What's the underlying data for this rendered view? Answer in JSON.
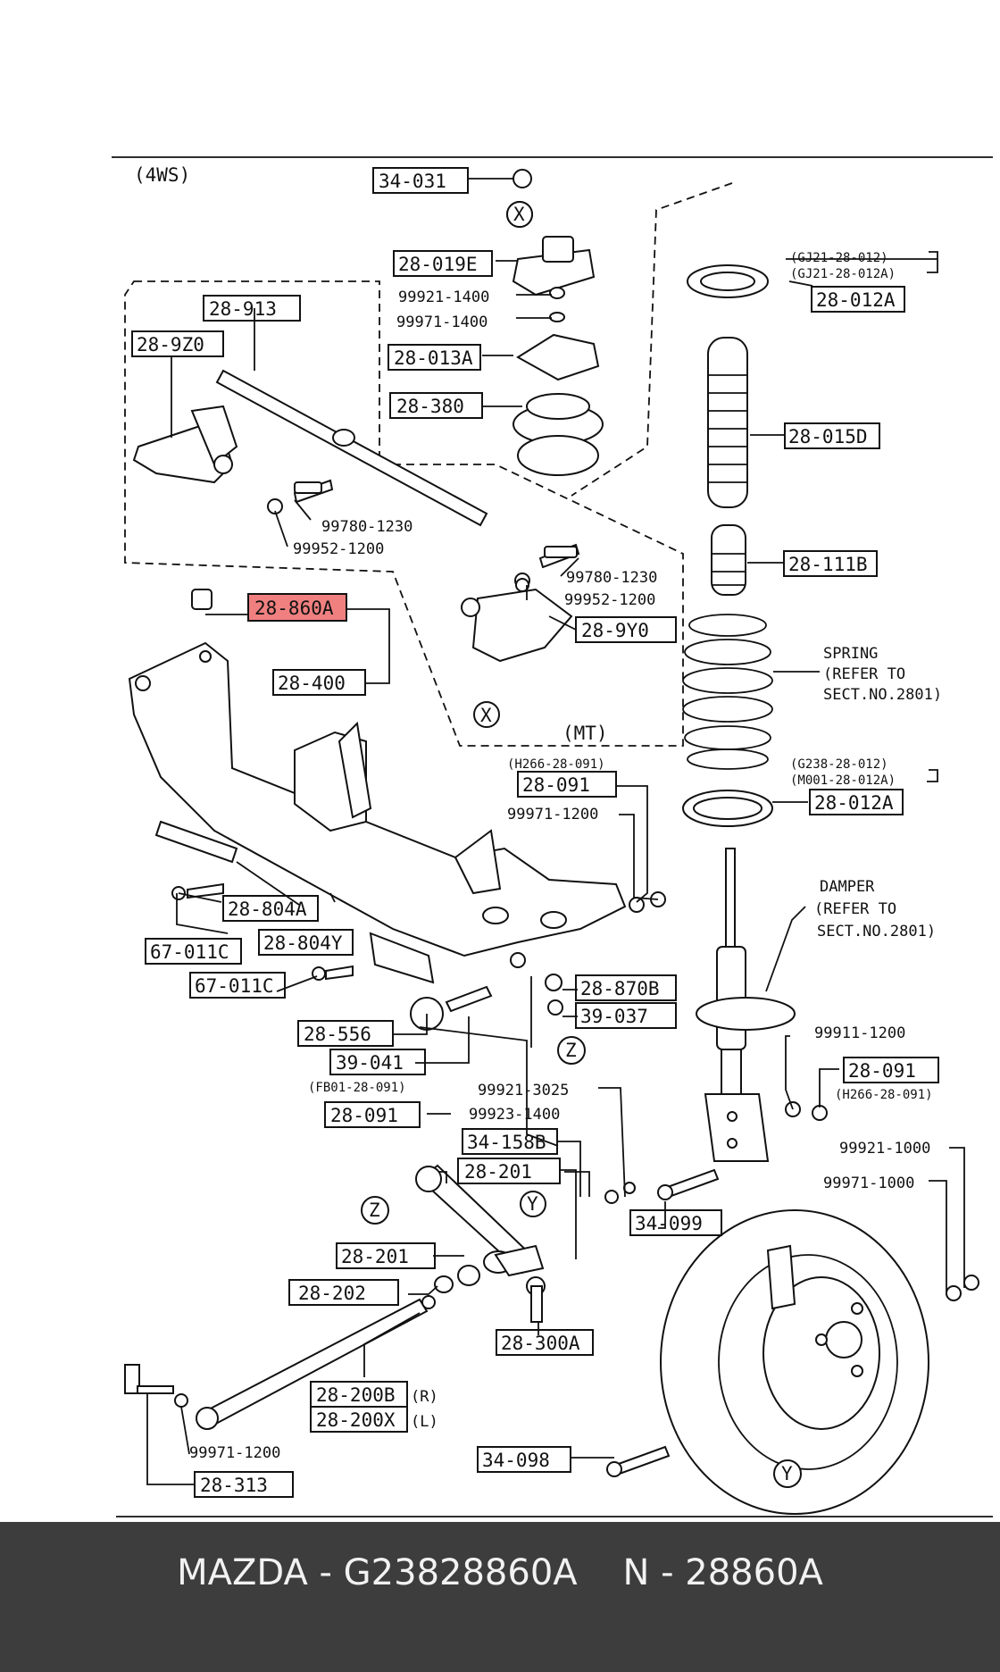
{
  "variant": "(4WS)",
  "mt_label": "(MT)",
  "highlight_color": "#f08080",
  "callouts": {
    "X": "X",
    "Y": "Y",
    "Z": "Z"
  },
  "parts": {
    "p34_031": "34-031",
    "p28_019E": "28-019E",
    "p99921_1400": "99921-1400",
    "p99971_1400": "99971-1400",
    "p28_013A": "28-013A",
    "p28_380": "28-380",
    "p28_913": "28-913",
    "p28_9Z0": "28-9Z0",
    "p99780_1230a": "99780-1230",
    "p99952_1200a": "99952-1200",
    "p99780_1230b": "99780-1230",
    "p99952_1200b": "99952-1200",
    "p28_9Y0": "28-9Y0",
    "p28_860A": "28-860A",
    "p28_400": "28-400",
    "p28_012A_top": "28-012A",
    "gj21_a": "(GJ21-28-012)",
    "gj21_b": "(GJ21-28-012A)",
    "p28_015D": "28-015D",
    "p28_111B": "28-111B",
    "spring_1": "SPRING",
    "spring_2": "(REFER TO",
    "spring_3": "SECT.NO.2801)",
    "h266_a": "(H266-28-091)",
    "p28_091a": "28-091",
    "p99971_1200a": "99971-1200",
    "g238_a": "(G238-28-012)",
    "m001_a": "(M001-28-012A)",
    "p28_012A_bot": "28-012A",
    "damper_1": "DAMPER",
    "damper_2": "(REFER TO",
    "damper_3": "SECT.NO.2801)",
    "p28_804A": "28-804A",
    "p67_011C_a": "67-011C",
    "p28_804Y": "28-804Y",
    "p67_011C_b": "67-011C",
    "p28_870B": "28-870B",
    "p39_037": "39-037",
    "p28_556": "28-556",
    "p39_041": "39-041",
    "p99911_1200": "99911-1200",
    "p28_091b": "28-091",
    "h266_b": "(H266-28-091)",
    "fb01": "(FB01-28-091)",
    "p28_091c": "28-091",
    "p99921_3025": "99921-3025",
    "p99923_1400": "99923-1400",
    "p34_158B": "34-158B",
    "p28_201a": "28-201",
    "p34_099": "34-099",
    "p99921_1000": "99921-1000",
    "p99971_1000": "99971-1000",
    "p28_201b": "28-201",
    "p28_202": "28-202",
    "p28_300A": "28-300A",
    "p28_200B": "28-200B",
    "r": "(R)",
    "p28_200X": "28-200X",
    "l": "(L)",
    "p99971_1200b": "99971-1200",
    "p28_313": "28-313",
    "p34_098": "34-098"
  },
  "footer": {
    "brand_code": "MAZDA - G23828860A",
    "short_code": "N - 28860A"
  }
}
